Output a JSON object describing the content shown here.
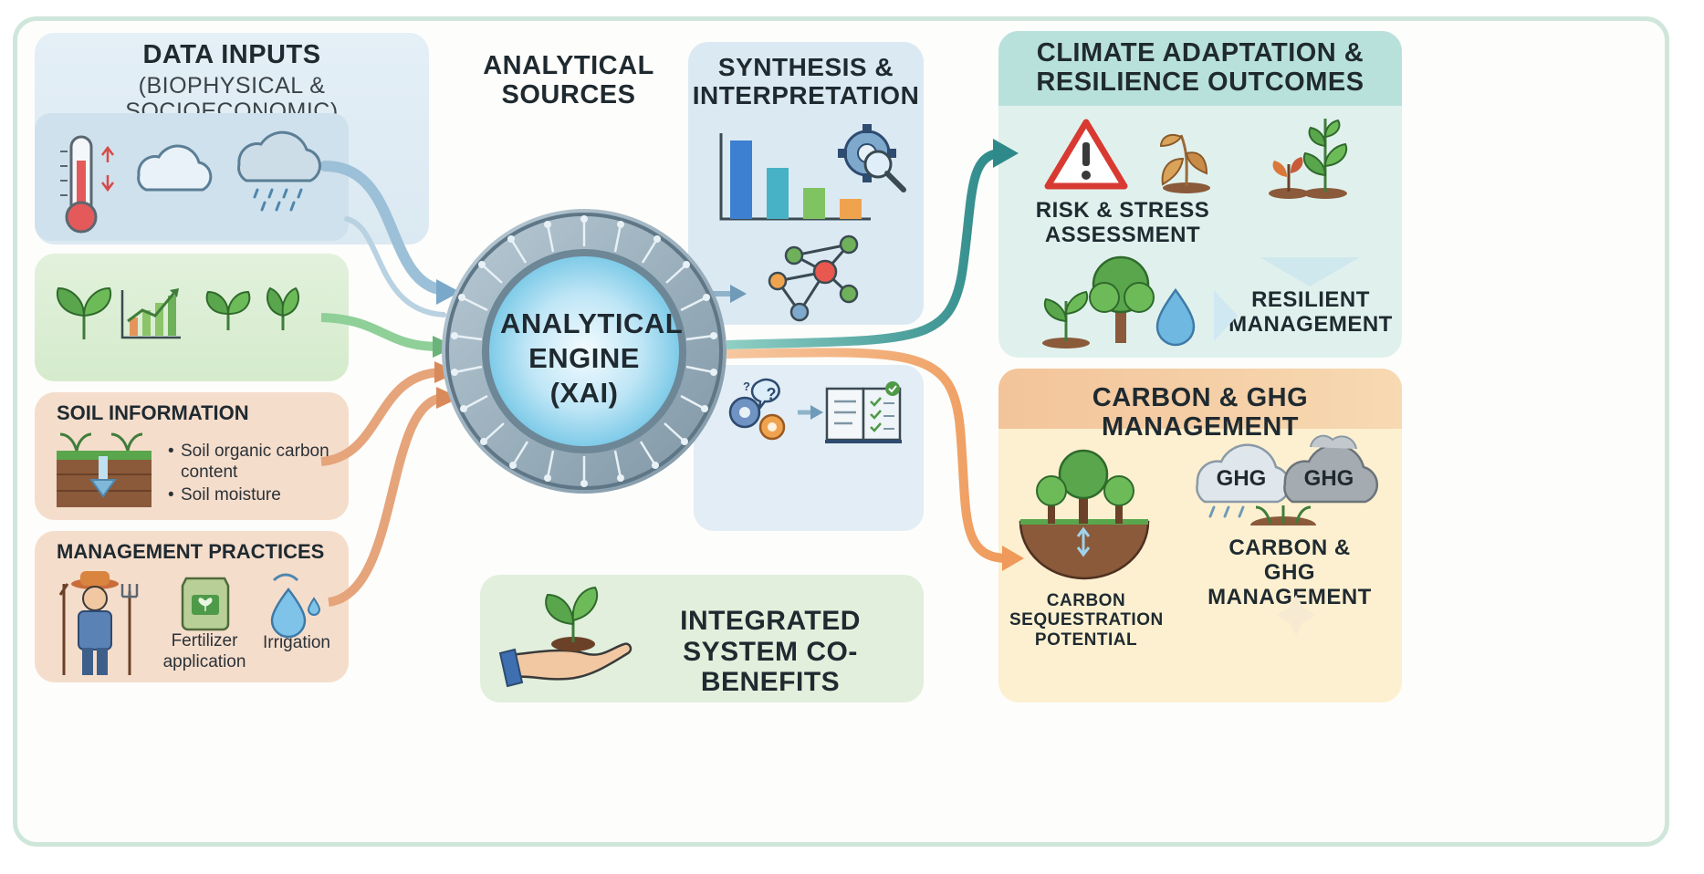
{
  "inputs": {
    "title": "DATA INPUTS",
    "subtitle": "(BIOPHYSICAL & SOCIOECONOMIC)",
    "soil": {
      "title": "SOIL INFORMATION",
      "bullets": [
        "Soil organic carbon content",
        "Soil moisture"
      ]
    },
    "management": {
      "title": "MANAGEMENT PRACTICES",
      "fertilizer": "Fertilizer application",
      "irrigation": "Irrigation"
    }
  },
  "analytical_sources": "ANALYTICAL SOURCES",
  "synthesis": "SYNTHESIS & INTERPRETATION",
  "engine": "ANALYTICAL ENGINE (XAI)",
  "co_benefits": "INTEGRATED SYSTEM CO-BENEFITS",
  "climate": {
    "title": "CLIMATE ADAPTATION & RESILIENCE OUTCOMES",
    "risk": "RISK & STRESS ASSESSMENT",
    "resilient": "RESILIENT MANAGEMENT"
  },
  "carbon": {
    "title": "CARBON & GHG MANAGEMENT",
    "ghg_left": "GHG",
    "ghg_right": "GHG",
    "sequestration": "CARBON SEQUESTRATION POTENTIAL",
    "management": "CARBON & GHG MANAGEMENT"
  },
  "colors": {
    "blue_panel": "#dcebf3",
    "green_panel": "#e1f0dc",
    "soil_panel": "#f6e0d0",
    "teal_header": "#b8e0da",
    "carbon_header": "#f3c79d",
    "carbon_body": "#fdf1d2",
    "accent_teal": "#2e8a8a",
    "accent_orange": "#ef9a5a"
  }
}
